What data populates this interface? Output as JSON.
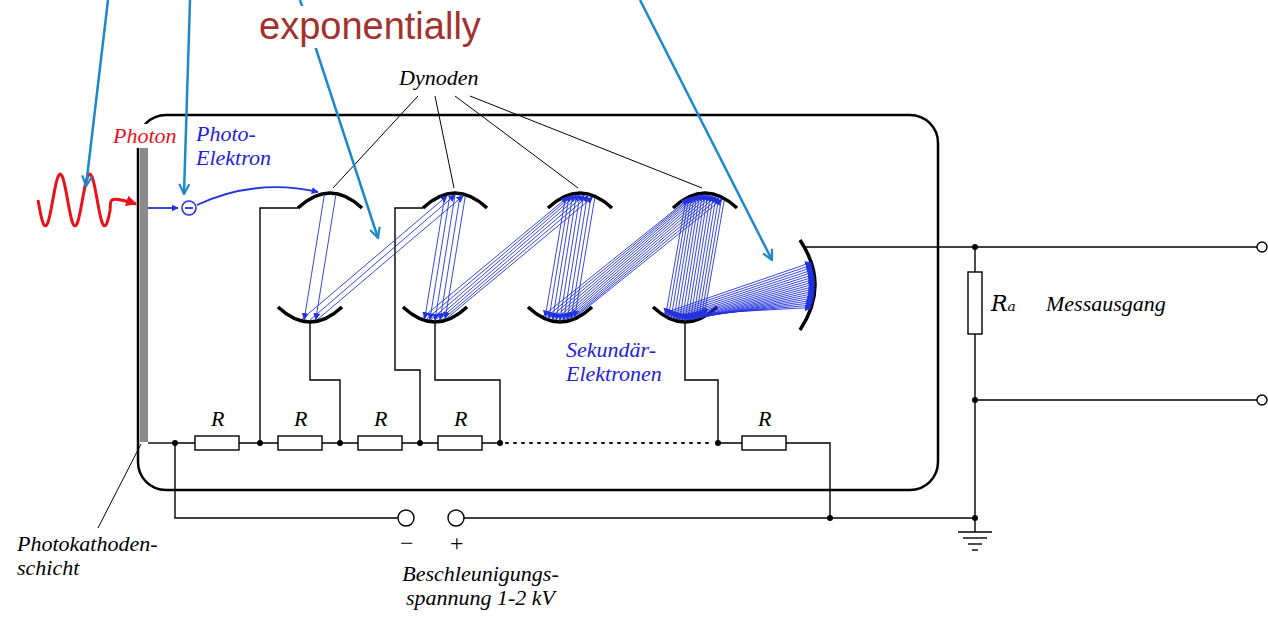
{
  "diagram": {
    "labels": [
      "exponentially",
      "Dynoden",
      "Photon",
      "Photo- Elektron",
      "Sekundär- Elektronen",
      "R",
      "R",
      "R",
      "R",
      "R",
      "Rₐ",
      "Messausgang",
      "Photokathoden- schicht",
      "−",
      "+",
      "Beschleunigungs- spannung 1-2 kV"
    ]
  }
}
